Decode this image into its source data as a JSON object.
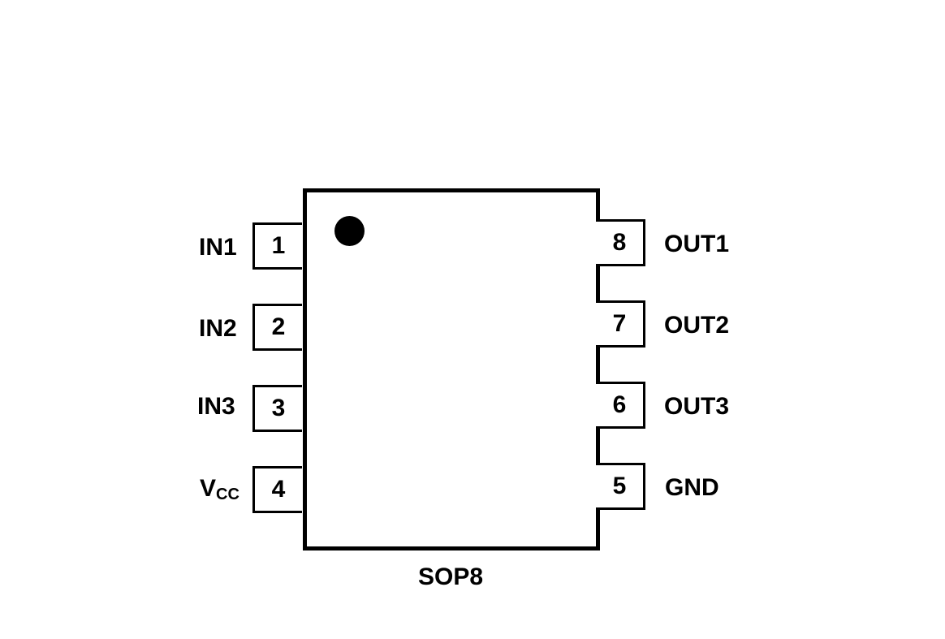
{
  "package": "SOP8",
  "left_pins": [
    {
      "number": "1",
      "name": "IN1"
    },
    {
      "number": "2",
      "name": "IN2"
    },
    {
      "number": "3",
      "name": "IN3"
    },
    {
      "number": "4",
      "name": "V",
      "subscript": "CC"
    }
  ],
  "right_pins": [
    {
      "number": "8",
      "name": "OUT1"
    },
    {
      "number": "7",
      "name": "OUT2"
    },
    {
      "number": "6",
      "name": "OUT3"
    },
    {
      "number": "5",
      "name": "GND"
    }
  ]
}
